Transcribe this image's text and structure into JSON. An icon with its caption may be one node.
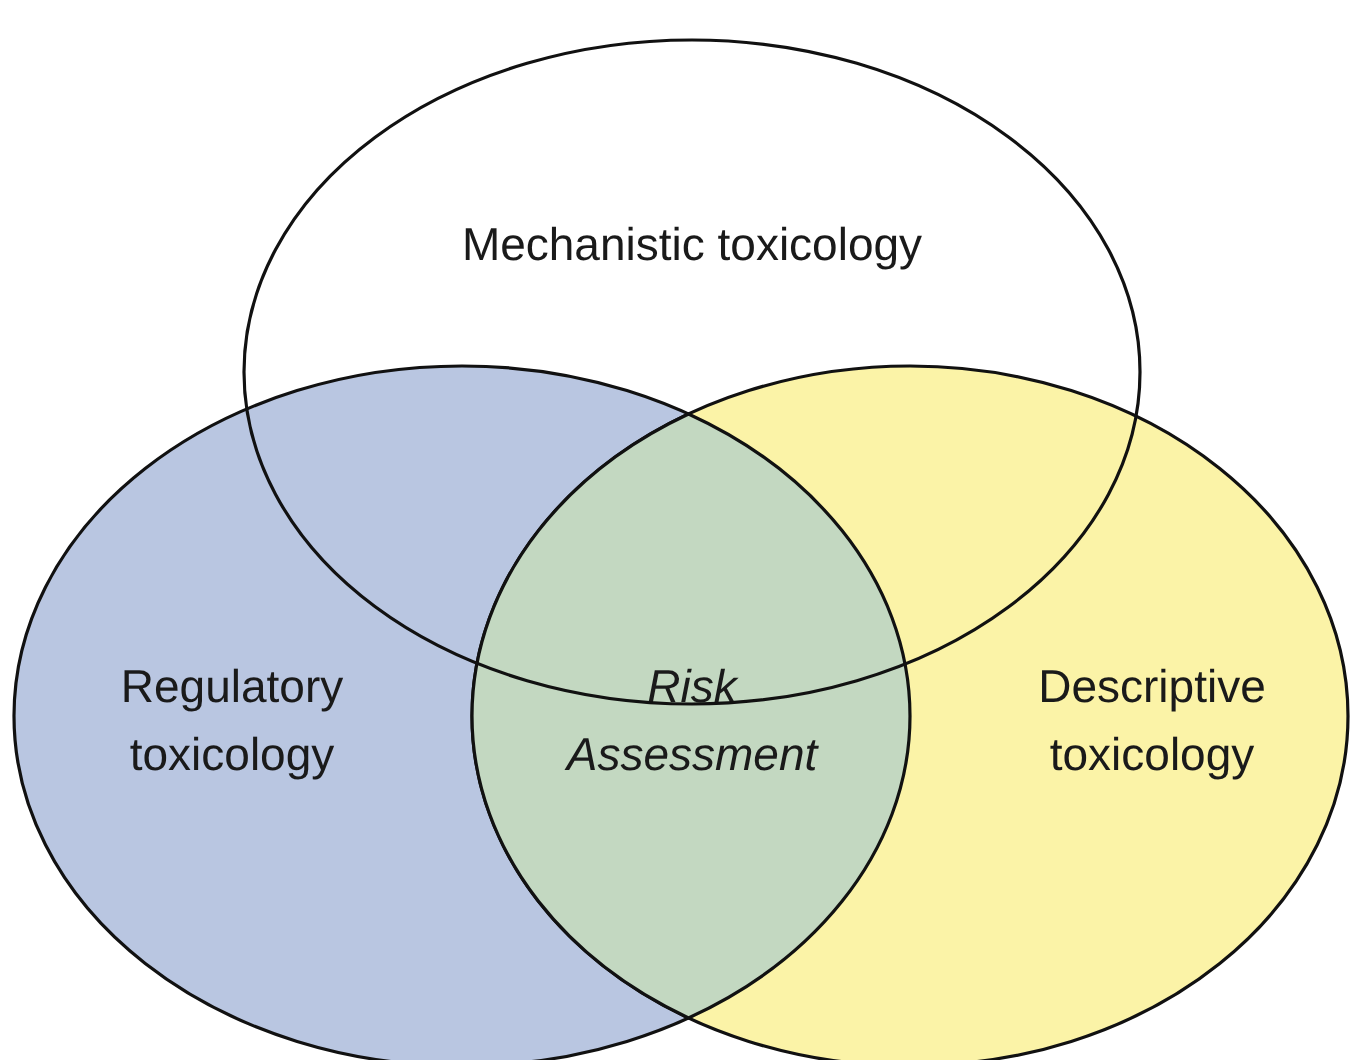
{
  "diagram": {
    "nodes": [
      {
        "text": [
          "Mechanistic toxicology"
        ]
      },
      {
        "text": [
          "Regulatory toxicology"
        ]
      },
      {
        "text": [
          "Risk Assessment"
        ]
      },
      {
        "text": [
          "Descriptive toxicology"
        ]
      }
    ]
  }
}
